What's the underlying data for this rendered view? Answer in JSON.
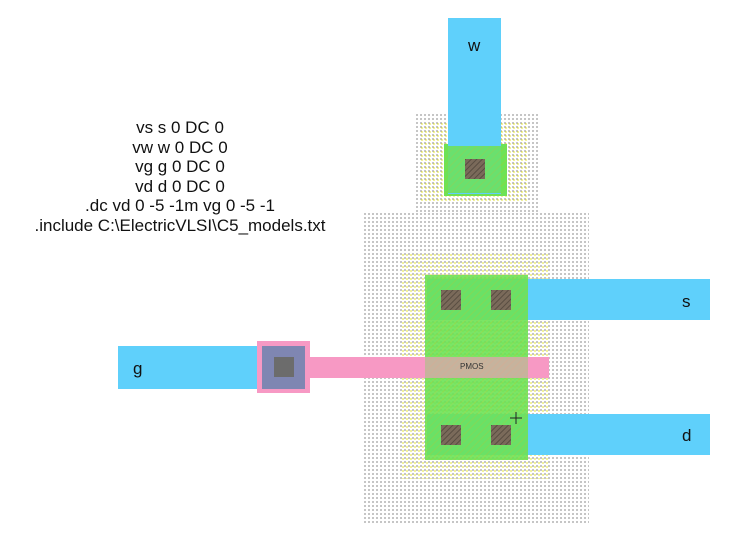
{
  "spice_lines": [
    "vs s 0 DC 0",
    "vw w 0 DC 0",
    "vg g 0 DC 0",
    "vd d 0 DC 0",
    ".dc vd 0 -5 -1m vg 0 -5 -1",
    ".include C:\\ElectricVLSI\\C5_models.txt"
  ],
  "ports": {
    "w": "w",
    "s": "s",
    "g": "g",
    "d": "d"
  },
  "transistor_label": "PMOS",
  "colors": {
    "metal1": "#5fd0fb",
    "poly": "#f799c4",
    "active": "#6ce356",
    "select": "#e8e85a",
    "contact": "#7a6a5a",
    "nwell_dots": "#7a7a7a"
  }
}
